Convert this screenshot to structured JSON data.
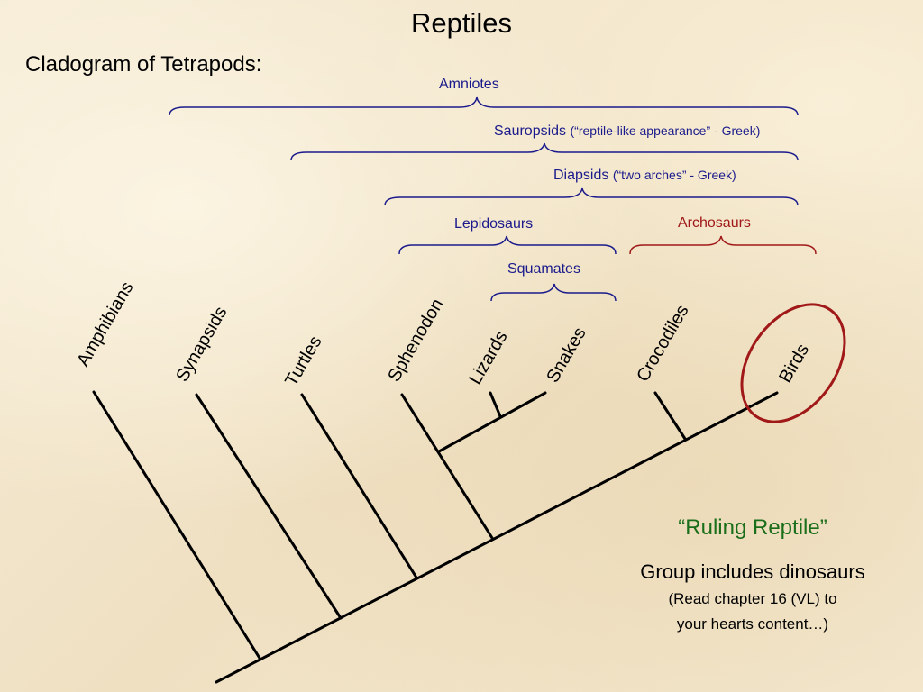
{
  "title": "Reptiles",
  "subtitle": "Cladogram of Tetrapods:",
  "groups": {
    "amniotes": "Amniotes",
    "sauropsids": "Sauropsids",
    "sauropsids_note": "(“reptile-like appearance” - Greek)",
    "diapsids": "Diapsids",
    "diapsids_note": "(“two arches” - Greek)",
    "lepidosaurs": "Lepidosaurs",
    "archosaurs": "Archosaurs",
    "squamates": "Squamates"
  },
  "taxa": {
    "amphibians": "Amphibians",
    "synapsids": "Synapsids",
    "turtles": "Turtles",
    "sphenodon": "Sphenodon",
    "lizards": "Lizards",
    "snakes": "Snakes",
    "crocodiles": "Crocodiles",
    "birds": "Birds"
  },
  "notes": {
    "ruling": "“Ruling Reptile”",
    "dinosaurs": "Group includes dinosaurs",
    "read_line1": "(Read chapter 16 (VL) to",
    "read_line2": "your hearts content…)"
  },
  "colors": {
    "group_blue": "#1a1a8c",
    "archosaur_red": "#a01818",
    "ruling_green": "#1a6e1a"
  }
}
